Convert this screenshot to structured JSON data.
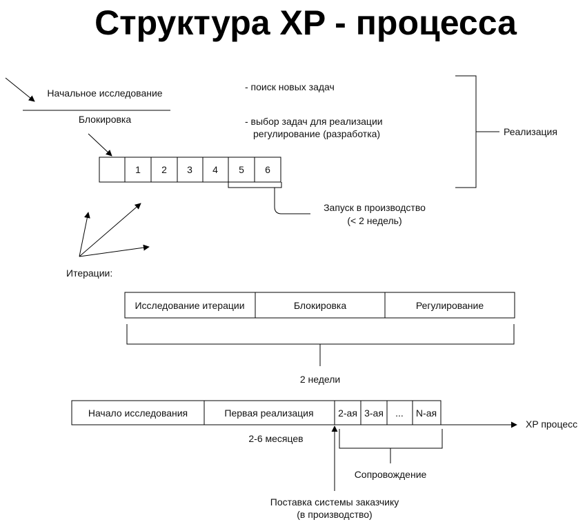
{
  "title": "Структура XP - процесса",
  "top": {
    "initial_research": "Начальное исследование",
    "blocking": "Блокировка",
    "note1": "- поиск новых задач",
    "note2_line1": "- выбор задач для реализации",
    "note2_line2": "регулирование (разработка)",
    "realization": "Реализация",
    "cells": [
      "",
      "1",
      "2",
      "3",
      "4",
      "5",
      "6"
    ],
    "launch_line1": "Запуск в производство",
    "launch_line2": "(< 2 недель)"
  },
  "iterations": {
    "label": "Итерации:",
    "cells": [
      "Исследование итерации",
      "Блокировка",
      "Регулирование"
    ],
    "duration": "2 недели"
  },
  "bottom": {
    "cells": [
      "Начало исследования",
      "Первая реализация",
      "2-ая",
      "3-ая",
      "...",
      "N-ая"
    ],
    "xp_process": "XP процесс",
    "months": "2-6 месяцев",
    "maintenance": "Сопровождение",
    "delivery_line1": "Поставка системы заказчику",
    "delivery_line2": "(в производство)"
  }
}
